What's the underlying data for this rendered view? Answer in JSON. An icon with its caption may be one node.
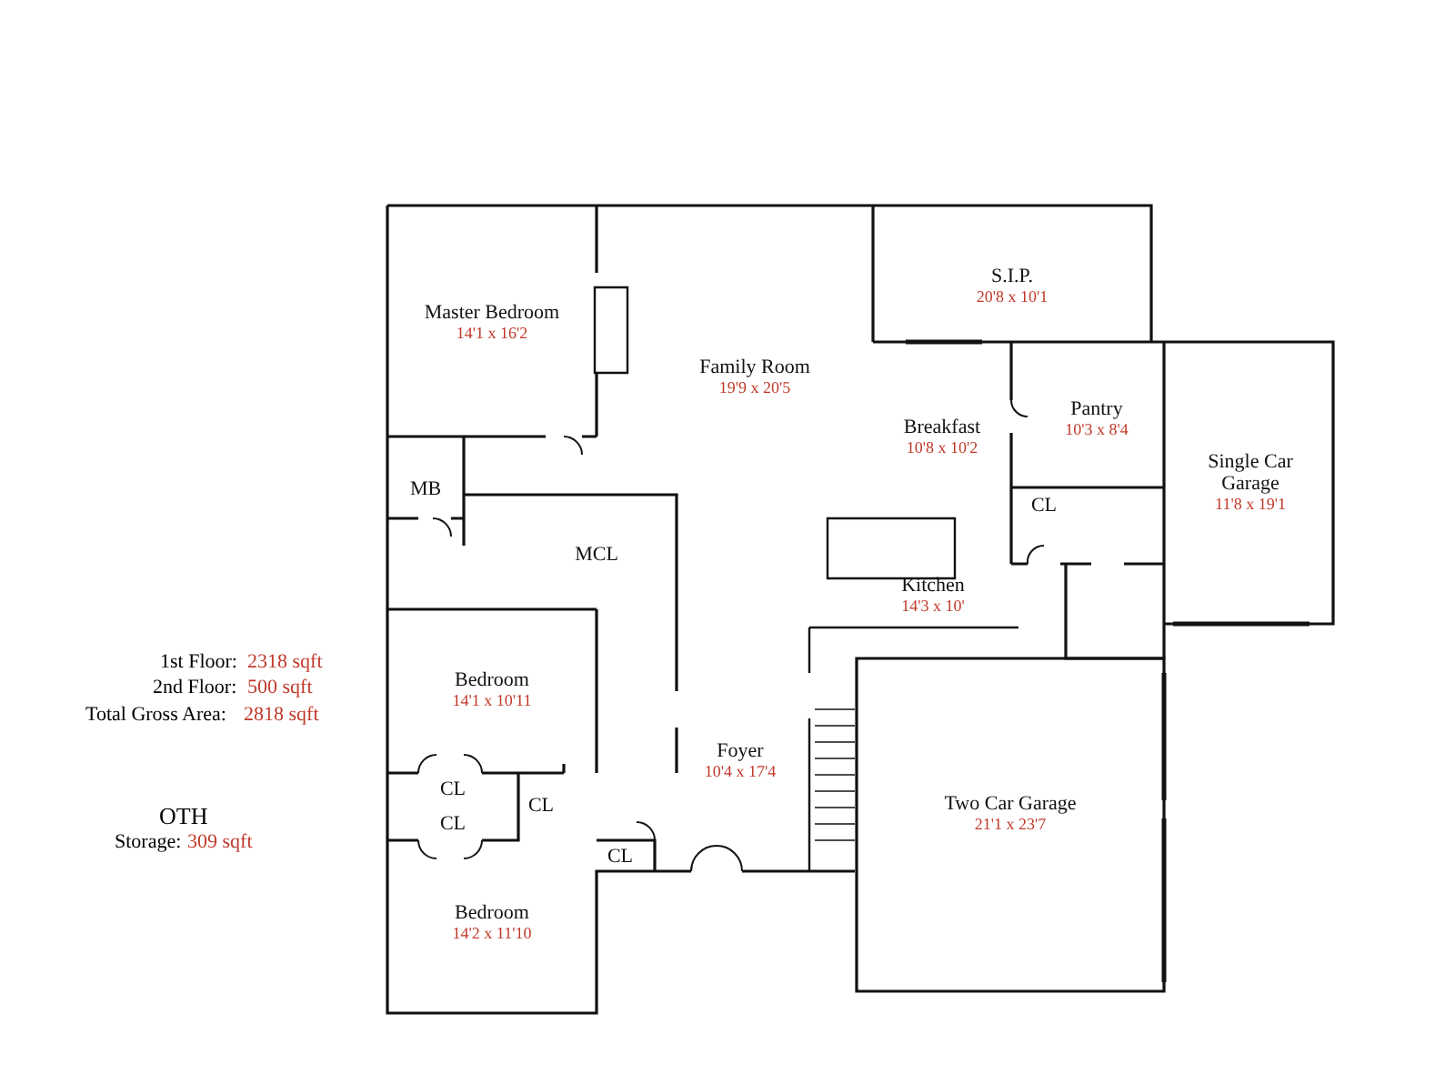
{
  "diagram": {
    "nodes": [
      {
        "text": [
          "S.I.P.",
          "20'8 x 10'1"
        ]
      },
      {
        "text": [
          "Master Bedroom",
          "14'1 x 16'2"
        ]
      },
      {
        "text": [
          "Family Room",
          "19'9 x 20'5"
        ]
      },
      {
        "text": [
          "Pantry",
          "10'3 x 8'4"
        ]
      },
      {
        "text": [
          "Breakfast",
          "10'8 x 10'2"
        ]
      },
      {
        "text": [
          "Single Car Garage",
          "11'8 x 19'1"
        ]
      },
      {
        "text": [
          "MB"
        ]
      },
      {
        "text": [
          "CL"
        ]
      },
      {
        "text": [
          "MCL"
        ]
      },
      {
        "text": [
          "Kitchen",
          "14'3 x 10'"
        ]
      },
      {
        "text": [
          "Bedroom",
          "14'1 x 10'11"
        ]
      },
      {
        "text": [
          "Foyer",
          "10'4 x 17'4"
        ]
      },
      {
        "text": [
          "CL"
        ]
      },
      {
        "text": [
          "Two Car Garage",
          "21'1 x 23'7"
        ]
      },
      {
        "text": [
          "CL"
        ]
      },
      {
        "text": [
          "CL"
        ]
      },
      {
        "text": [
          "CL"
        ]
      },
      {
        "text": [
          "Bedroom",
          "14'2 x 11'10"
        ]
      }
    ],
    "edges": [],
    "labels": [
      "1st Floor:",
      "2318 sqft",
      "2nd Floor:",
      "500 sqft",
      "Total Gross Area:",
      "2818 sqft",
      "OTH",
      "Storage:",
      "309 sqft"
    ]
  }
}
